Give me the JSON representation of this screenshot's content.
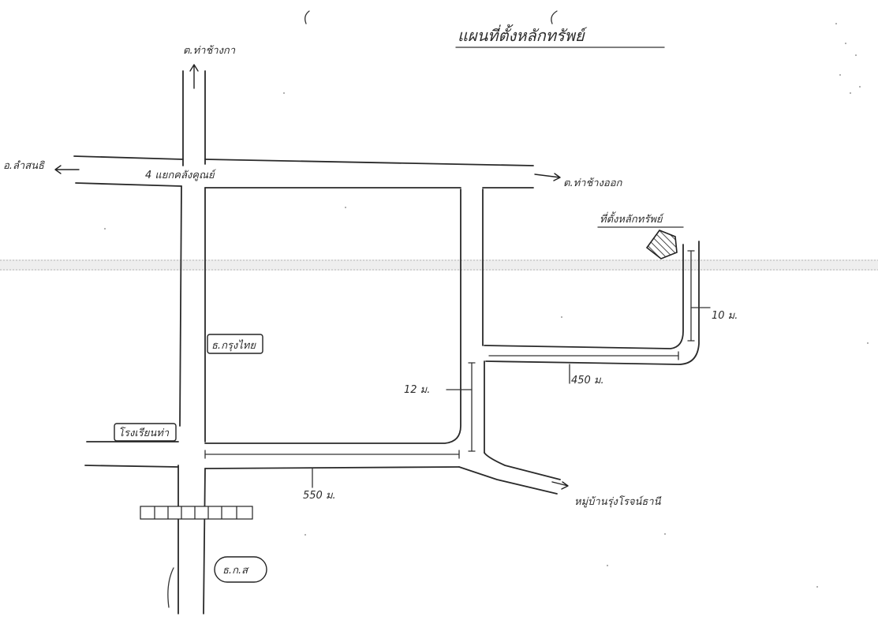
{
  "map": {
    "title": "แผนที่ตั้งหลักทรัพย์",
    "labels": {
      "north_direction": "ต.ท่าช้างกา",
      "west_direction": "อ.ลำสนธิ",
      "intersection": "4 แยกคลังคูณย์",
      "east_direction": "ต.ท่าช้างออก",
      "property_location": "ที่ตั้งหลักทรัพย์",
      "bank_krungthai": "ธ.กรุงไทย",
      "school": "โรงเรียนท่า",
      "bank_baac": "ธ.ก.ส",
      "village": "หมู่บ้านรุ่งโรจน์ธานี"
    },
    "distances": {
      "road_width_left": "12 ม.",
      "road_width_right": "10 ม.",
      "distance_east": "450 ม.",
      "distance_south": "550 ม."
    },
    "colors": {
      "ink": "#2a2a2a",
      "paper": "#ffffff",
      "scan_band": "#eeeeee"
    }
  }
}
